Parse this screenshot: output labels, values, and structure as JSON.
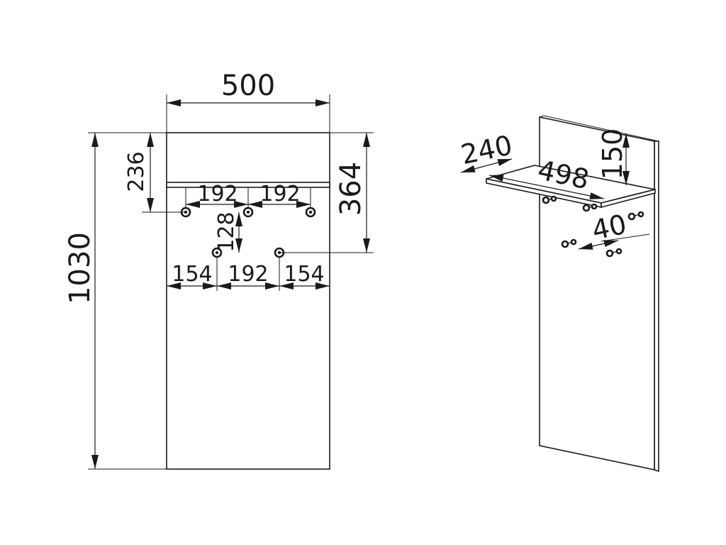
{
  "front_view": {
    "width_label": "500",
    "height_label": "1030",
    "shelf_offset_label": "236",
    "lower_hooks_offset_label": "364",
    "upper_hook_spacing_left_label": "192",
    "upper_hook_spacing_right_label": "192",
    "hook_row_gap_label": "128",
    "lower_left_margin_label": "154",
    "lower_hook_spacing_label": "192",
    "lower_right_margin_label": "154"
  },
  "iso_view": {
    "shelf_depth_label": "240",
    "shelf_width_label": "498",
    "shelf_top_offset_label": "150",
    "hook_projection_label": "40"
  }
}
